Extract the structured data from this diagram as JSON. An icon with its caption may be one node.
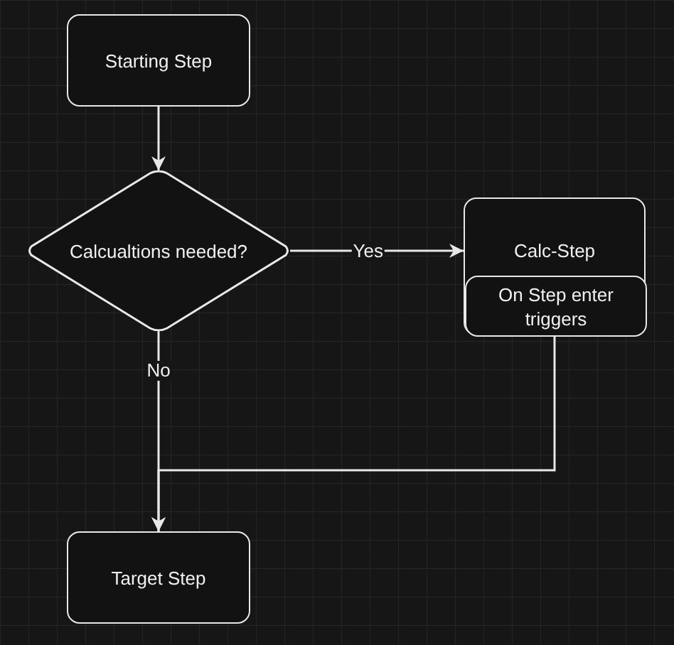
{
  "diagram": {
    "nodes": [
      {
        "text": [
          "Starting Step"
        ]
      },
      {
        "text": [
          "Calcualtions needed?"
        ]
      },
      {
        "text": [
          "Calc-Step"
        ]
      },
      {
        "text": [
          "On Step enter triggers"
        ],
        "in": 2
      },
      {
        "text": [
          "Target Step"
        ]
      }
    ],
    "edges": [
      {
        "from": 0,
        "to": 1,
        "arrow": "to"
      },
      {
        "from": 1,
        "to": 2,
        "arrow": "to",
        "label": "Yes"
      },
      {
        "from": 1,
        "to": 4,
        "arrow": "to",
        "label": "No"
      },
      {
        "from": 3,
        "to": 4,
        "arrow": "to"
      }
    ]
  }
}
